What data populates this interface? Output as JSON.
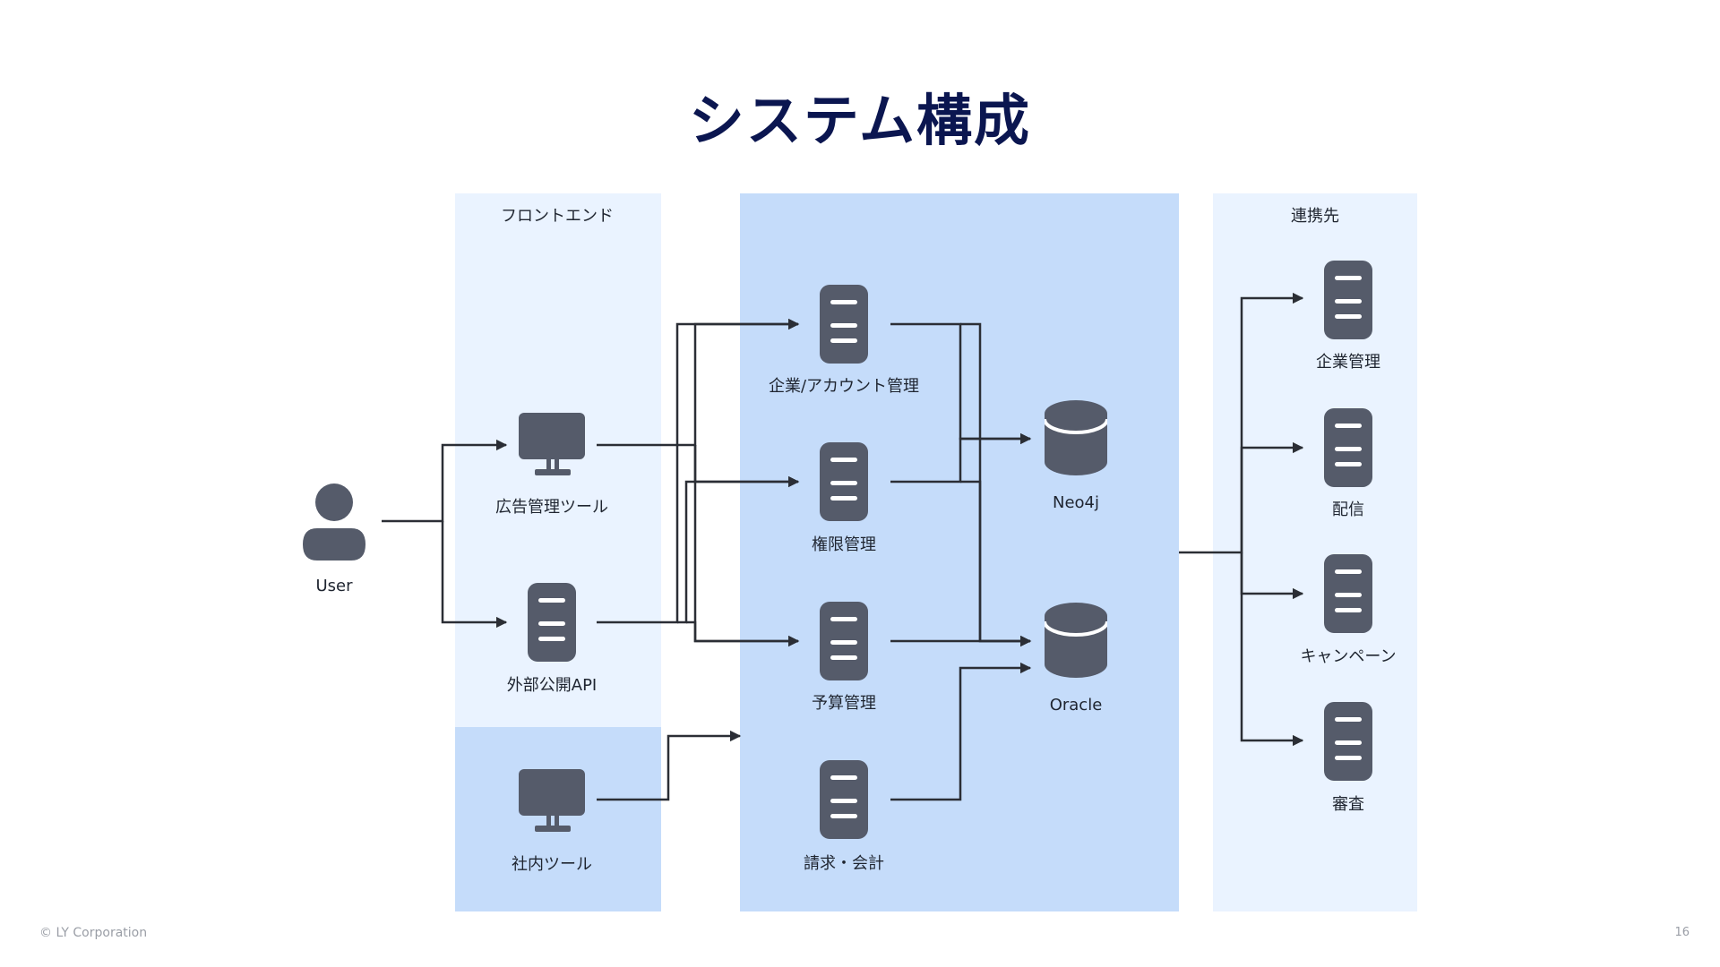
{
  "title": "システム構成",
  "footer": {
    "copyright": "© LY Corporation",
    "page_number": "16"
  },
  "zones": {
    "frontend": "フロントエンド",
    "partners": "連携先"
  },
  "nodes": {
    "user": {
      "label": "User",
      "icon": "user-icon"
    },
    "ad_tool": {
      "label": "広告管理ツール",
      "icon": "monitor-icon"
    },
    "public_api": {
      "label": "外部公開API",
      "icon": "server-icon"
    },
    "internal_tool": {
      "label": "社内ツール",
      "icon": "monitor-icon"
    },
    "account_mgmt": {
      "label": "企業/アカウント管理",
      "icon": "server-icon"
    },
    "permission_mgmt": {
      "label": "権限管理",
      "icon": "server-icon"
    },
    "budget_mgmt": {
      "label": "予算管理",
      "icon": "server-icon"
    },
    "billing": {
      "label": "請求・会計",
      "icon": "server-icon"
    },
    "neo4j": {
      "label": "Neo4j",
      "icon": "database-icon"
    },
    "oracle": {
      "label": "Oracle",
      "icon": "database-icon"
    },
    "ext_company": {
      "label": "企業管理",
      "icon": "server-icon"
    },
    "ext_delivery": {
      "label": "配信",
      "icon": "server-icon"
    },
    "ext_campaign": {
      "label": "キャンペーン",
      "icon": "server-icon"
    },
    "ext_review": {
      "label": "審査",
      "icon": "server-icon"
    }
  },
  "colors": {
    "title": "#0b1650",
    "zone_light": "#eaf3ff",
    "zone_mid": "#c5dcfa",
    "icon": "#555b6a",
    "edge": "#2b2e35"
  }
}
